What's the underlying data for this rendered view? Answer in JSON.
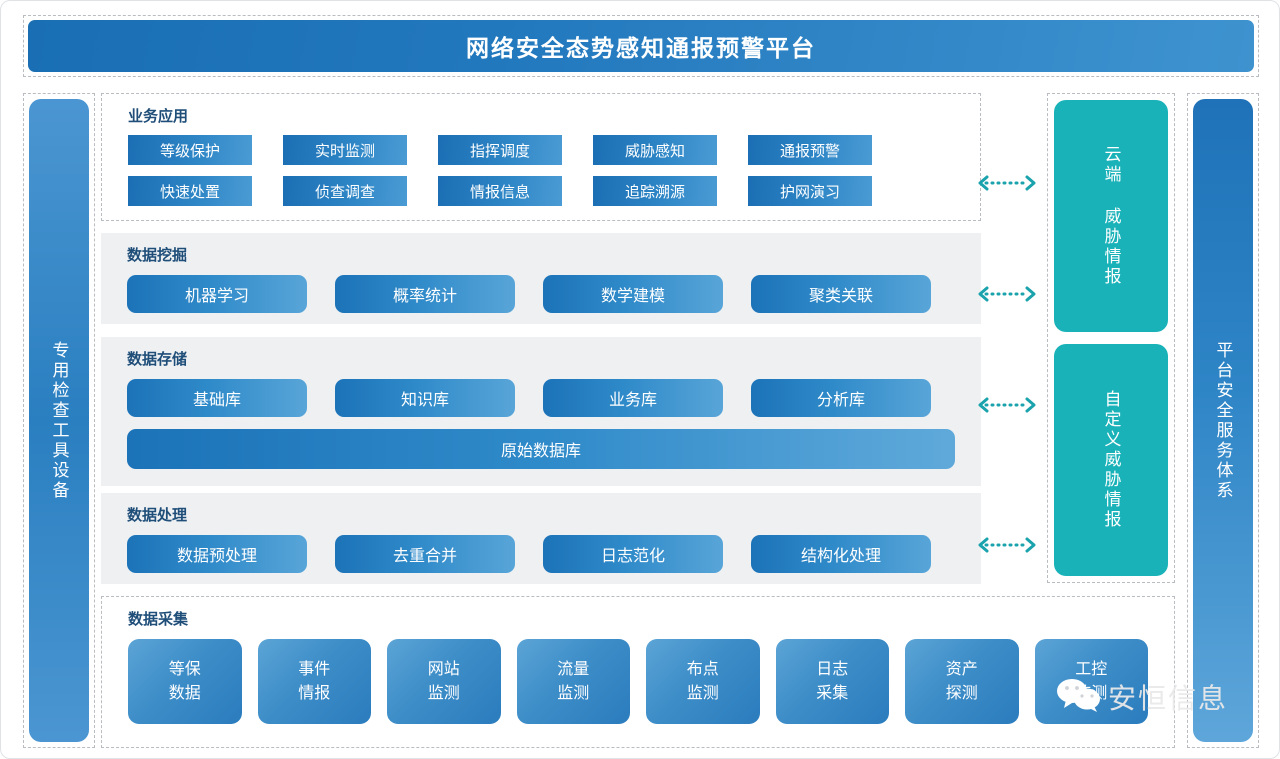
{
  "platform": {
    "title": "网络安全态势感知通报预警平台"
  },
  "left_bar": {
    "label": "专用检查工具设备"
  },
  "right_bar": {
    "label": "平台安全服务体系"
  },
  "sections": {
    "business": {
      "title": "业务应用",
      "row1": [
        "等级保护",
        "实时监测",
        "指挥调度",
        "威胁感知",
        "通报预警"
      ],
      "row2": [
        "快速处置",
        "侦查调查",
        "情报信息",
        "追踪溯源",
        "护网演习"
      ]
    },
    "mining": {
      "title": "数据挖掘",
      "items": [
        "机器学习",
        "概率统计",
        "数学建模",
        "聚类关联"
      ]
    },
    "storage": {
      "title": "数据存储",
      "items": [
        "基础库",
        "知识库",
        "业务库",
        "分析库"
      ],
      "wide_item": "原始数据库"
    },
    "processing": {
      "title": "数据处理",
      "items": [
        "数据预处理",
        "去重合并",
        "日志范化",
        "结构化处理"
      ]
    },
    "collection": {
      "title": "数据采集",
      "items": [
        {
          "line1": "等保",
          "line2": "数据"
        },
        {
          "line1": "事件",
          "line2": "情报"
        },
        {
          "line1": "网站",
          "line2": "监测"
        },
        {
          "line1": "流量",
          "line2": "监测"
        },
        {
          "line1": "布点",
          "line2": "监测"
        },
        {
          "line1": "日志",
          "line2": "采集"
        },
        {
          "line1": "资产",
          "line2": "探测"
        },
        {
          "line1": "工控",
          "line2": "监测"
        }
      ]
    }
  },
  "threat_intel": {
    "cloud": "云端 威胁情报",
    "custom": "自定义威胁情报"
  },
  "connectors": {
    "icon": "double-dotted-arrow",
    "count": 4
  },
  "watermark": {
    "icon": "wechat-icon",
    "text": "安恒信息"
  },
  "colors": {
    "title_bar": "#2278bd",
    "tile_blue": "#2f8ac9",
    "teal": "#18b2b8",
    "section_bg": "#eef0f2",
    "heading": "#1f4e79",
    "dashed_border": "#b9bdc2"
  }
}
